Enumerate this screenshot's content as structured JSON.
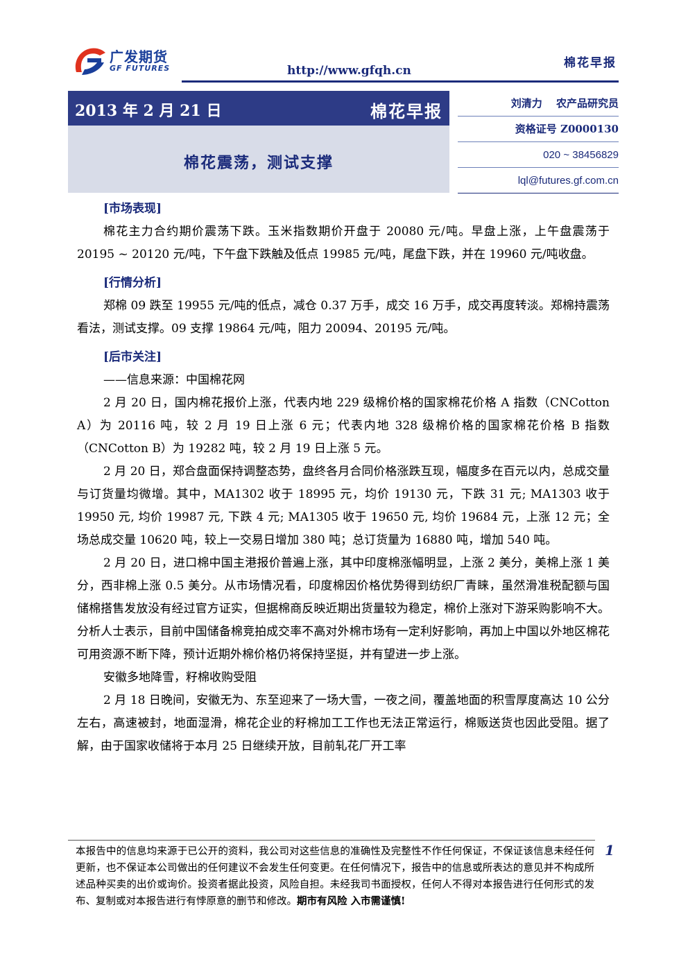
{
  "header": {
    "logo_cn": "广发期货",
    "logo_en": "GF FUTURES",
    "url": "http://www.gfqh.cn",
    "report_name": "棉花早报",
    "colors": {
      "brand_blue": "#1a2a7a",
      "banner": "#2d3b86",
      "subbanner": "#d8dce8",
      "logo_red": "#e0321e",
      "logo_blue": "#1a3f9a"
    }
  },
  "banner": {
    "date": "2013 年 2 月 21 日",
    "title": "棉花早报",
    "headline": "棉花震荡，测试支撑"
  },
  "author": {
    "name_title": "刘清力　 农产品研究员",
    "cert": "资格证号  Z0000130",
    "phone": "020 ~ 38456829",
    "email": "lql@futures.gf.com.cn"
  },
  "sections": {
    "market": {
      "heading": "[市场表现]",
      "paragraphs": [
        "棉花主力合约期价震荡下跌。玉米指数期价开盘于 20080 元/吨。早盘上涨，上午盘震荡于 20195 ~ 20120 元/吨，下午盘下跌触及低点 19985 元/吨，尾盘下跌，并在 19960 元/吨收盘。"
      ]
    },
    "analysis": {
      "heading": "[行情分析]",
      "paragraphs": [
        "郑棉 09 跌至 19955 元/吨的低点，减仓 0.37 万手，成交 16 万手，成交再度转淡。郑棉持震荡看法，测试支撑。09 支撑 19864 元/吨，阻力 20094、20195 元/吨。"
      ]
    },
    "outlook": {
      "heading": "[后市关注]",
      "paragraphs": [
        "——信息来源：中国棉花网",
        "2 月 20 日，国内棉花报价上涨，代表内地 229 级棉价格的国家棉花价格 A 指数（CNCotton A）为 20116 吨，较 2 月 19 日上涨 6 元；代表内地 328 级棉价格的国家棉花价格 B 指数（CNCotton B）为 19282 吨，较 2 月 19 日上涨 5 元。",
        "2 月 20 日，郑合盘面保持调整态势，盘终各月合同价格涨跌互现，幅度多在百元以内，总成交量与订货量均微增。其中，MA1302 收于 18995 元，均价 19130 元，下跌 31 元; MA1303 收于 19950 元, 均价 19987 元, 下跌 4 元; MA1305 收于 19650 元, 均价 19684 元，上涨 12 元；全场总成交量 10620 吨，较上一交易日增加 380 吨；总订货量为 16880 吨，增加 540 吨。",
        "2 月 20 日，进口棉中国主港报价普遍上涨，其中印度棉涨幅明显，上涨 2 美分，美棉上涨 1 美分，西非棉上涨 0.5 美分。从市场情况看，印度棉因价格优势得到纺织厂青睐，虽然滑准税配额与国储棉搭售发放没有经过官方证实，但据棉商反映近期出货量较为稳定，棉价上涨对下游采购影响不大。分析人士表示，目前中国储备棉竞拍成交率不高对外棉市场有一定利好影响，再加上中国以外地区棉花可用资源不断下降，预计近期外棉价格仍将保持坚挺，并有望进一步上涨。",
        "安徽多地降雪，籽棉收购受阻",
        "2 月 18 日晚间，安徽无为、东至迎来了一场大雪，一夜之间，覆盖地面的积雪厚度高达 10 公分左右，高速被封，地面湿滑，棉花企业的籽棉加工工作也无法正常运行，棉贩送货也因此受阻。据了解，由于国家收储将于本月 25 日继续开放，目前轧花厂开工率"
      ]
    }
  },
  "footer": {
    "disclaimer": "本报告中的信息均来源于已公开的资料，我公司对这些信息的准确性及完整性不作任何保证，不保证该信息未经任何更新，也不保证本公司做出的任何建议不会发生任何变更。在任何情况下，报告中的信息或所表达的意见并不构成所述品种买卖的出价或询价。投资者据此投资，风险自担。未经我司书面授权，任何人不得对本报告进行任何形式的发布、复制或对本报告进行有悖原意的删节和修改。",
    "risk_warning": "期市有风险 入市需谨慎!",
    "page_number": "1"
  }
}
